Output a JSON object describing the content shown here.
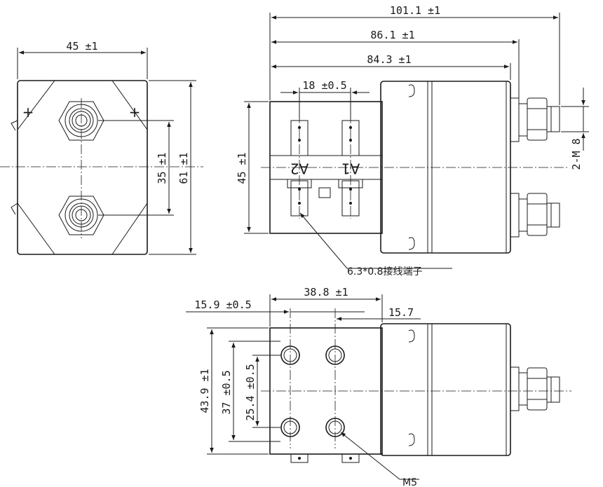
{
  "front_view": {
    "width_dim": "45  ±1",
    "height_dim": "61  ±1",
    "terminal_spacing_dim": "35  ±1",
    "plus_top_left": "+",
    "plus_top_right": "+"
  },
  "side_view": {
    "overall_length_dim": "101.1  ±1",
    "body_with_nut_dim": "86.1  ±1",
    "body_length_dim": "84.3  ±1",
    "aux_spacing_dim": "18  ±0.5",
    "height_dim": "45  ±1",
    "thread_dim": "2-M 8",
    "aux_label_a2": "A2",
    "aux_label_a1": "A1",
    "aux_terminal_callout": "6.3*0.8接线端子"
  },
  "bottom_view": {
    "hole_span_dim": "38.8  ±1",
    "edge_offset_dim": "15.9  ±0.5",
    "small_offset_dim": "15.7",
    "height_dim": "43.9  ±1",
    "hole_vertical_outer_dim": "37  ±0.5",
    "hole_vertical_inner_dim": "25.4  ±0.5",
    "hole_callout": "M5"
  }
}
